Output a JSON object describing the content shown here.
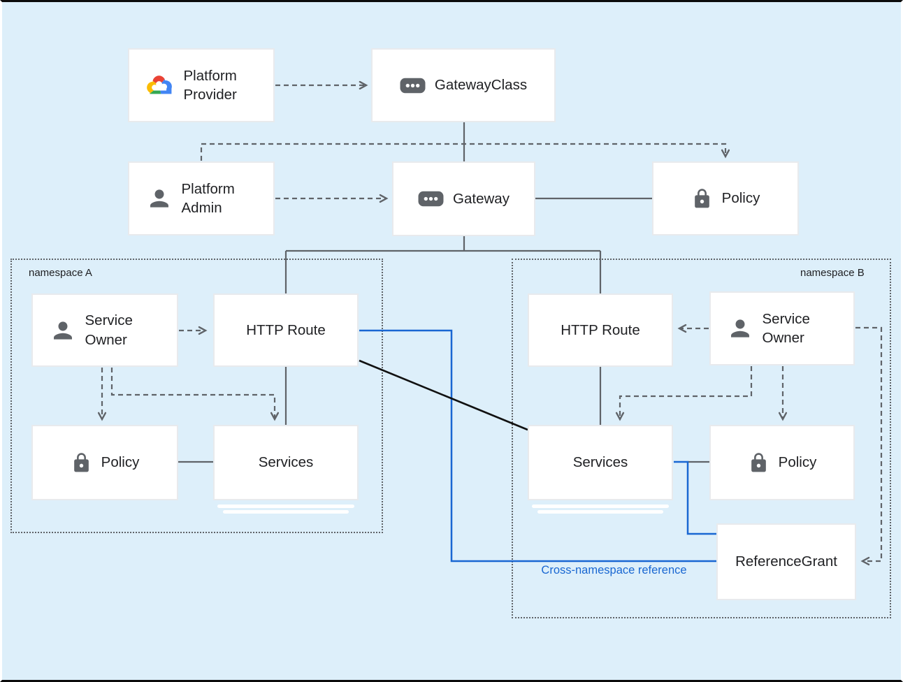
{
  "diagram": {
    "colors": {
      "background": "#ddeffa",
      "box_fill": "#ffffff",
      "box_border": "#e8eaed",
      "line_gray": "#5f6368",
      "line_blue": "#1967d2",
      "line_black": "#111111",
      "icon_gray": "#5f6368",
      "text": "#202124",
      "logo_red": "#EA4335",
      "logo_blue": "#4285F4",
      "logo_green": "#34A853",
      "logo_yellow": "#FBBC04"
    },
    "namespaces": {
      "a": {
        "label": "namespace A"
      },
      "b": {
        "label": "namespace B"
      }
    },
    "nodes": {
      "platform_provider": {
        "label": "Platform Provider",
        "icon": "google-cloud-logo"
      },
      "gateway_class": {
        "label": "GatewayClass",
        "icon": "api-resource-icon"
      },
      "platform_admin": {
        "label": "Platform Admin",
        "icon": "person-icon"
      },
      "gateway": {
        "label": "Gateway",
        "icon": "api-resource-icon"
      },
      "policy_cluster": {
        "label": "Policy",
        "icon": "lock-icon"
      },
      "service_owner_a": {
        "label": "Service Owner",
        "icon": "person-icon"
      },
      "http_route_a": {
        "label": "HTTP Route"
      },
      "policy_a": {
        "label": "Policy",
        "icon": "lock-icon"
      },
      "services_a": {
        "label": "Services"
      },
      "http_route_b": {
        "label": "HTTP Route"
      },
      "service_owner_b": {
        "label": "Service Owner",
        "icon": "person-icon"
      },
      "services_b": {
        "label": "Services"
      },
      "policy_b": {
        "label": "Policy",
        "icon": "lock-icon"
      },
      "reference_grant": {
        "label": "ReferenceGrant"
      }
    },
    "annotations": {
      "cross_namespace_reference": "Cross-namespace reference"
    },
    "edges": [
      {
        "from": "platform_provider",
        "to": "gateway_class",
        "style": "dashed-arrow"
      },
      {
        "from": "platform_admin",
        "to": "policy_cluster",
        "style": "dashed-arrow"
      },
      {
        "from": "platform_admin",
        "to": "gateway",
        "style": "dashed-arrow"
      },
      {
        "from": "gateway_class",
        "to": "gateway",
        "style": "solid"
      },
      {
        "from": "gateway",
        "to": "policy_cluster",
        "style": "solid"
      },
      {
        "from": "gateway",
        "to": "http_route_a",
        "style": "solid"
      },
      {
        "from": "gateway",
        "to": "http_route_b",
        "style": "solid"
      },
      {
        "from": "http_route_a",
        "to": "services_a",
        "style": "solid"
      },
      {
        "from": "http_route_b",
        "to": "services_b",
        "style": "solid"
      },
      {
        "from": "service_owner_a",
        "to": "http_route_a",
        "style": "dashed-arrow"
      },
      {
        "from": "service_owner_a",
        "to": "policy_a",
        "style": "dashed-arrow"
      },
      {
        "from": "service_owner_a",
        "to": "services_a",
        "style": "dashed-arrow"
      },
      {
        "from": "policy_a",
        "to": "services_a",
        "style": "solid"
      },
      {
        "from": "service_owner_b",
        "to": "http_route_b",
        "style": "dashed-arrow"
      },
      {
        "from": "service_owner_b",
        "to": "services_b",
        "style": "dashed-arrow"
      },
      {
        "from": "service_owner_b",
        "to": "policy_b",
        "style": "dashed-arrow"
      },
      {
        "from": "service_owner_b",
        "to": "reference_grant",
        "style": "dashed-arrow"
      },
      {
        "from": "services_b",
        "to": "policy_b",
        "style": "solid"
      },
      {
        "from": "http_route_a",
        "to": "reference_grant",
        "style": "blue-cross-namespace"
      },
      {
        "from": "services_b",
        "to": "reference_grant",
        "style": "blue-cross-namespace"
      },
      {
        "from": "http_route_a",
        "to": "services_b",
        "style": "black-direct-reference"
      }
    ]
  }
}
